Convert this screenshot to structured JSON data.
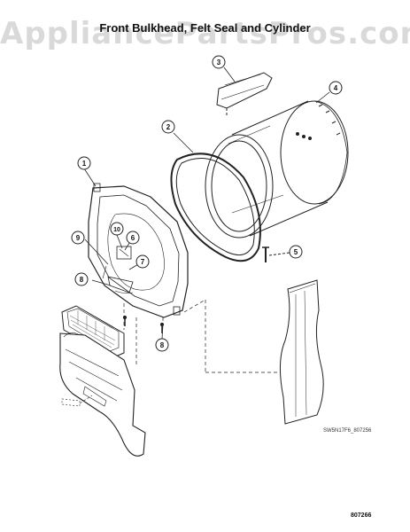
{
  "watermark": "AppliancePartsPros.com",
  "title": "Front Bulkhead, Felt Seal and Cylinder",
  "callouts": [
    "1",
    "2",
    "3",
    "4",
    "5",
    "6",
    "7",
    "8",
    "8",
    "9",
    "10"
  ],
  "small_reference": "SW5N17F6_807256",
  "diagram_number": "807266",
  "colors": {
    "line": "#222222",
    "hatch": "#555555",
    "watermark": "#9a9a9a"
  }
}
